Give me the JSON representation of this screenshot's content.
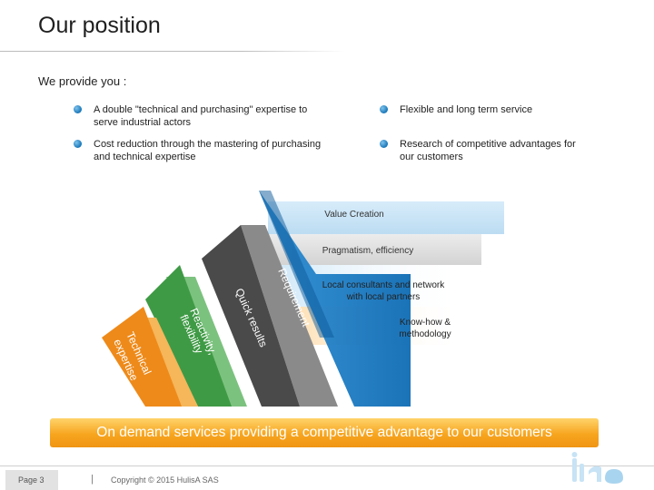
{
  "page": {
    "title": "Our position",
    "intro": "We provide you :"
  },
  "bullets": {
    "left": [
      {
        "line1": "A double \"technical and purchasing\" expertise to",
        "line2": "serve industrial actors"
      },
      {
        "line1": "Cost reduction through the mastering of purchasing",
        "line2": "and technical expertise"
      }
    ],
    "right": [
      {
        "line1": "Flexible and long term service",
        "line2": ""
      },
      {
        "line1": "Research of competitive advantages for",
        "line2": "our customers"
      }
    ]
  },
  "levels": {
    "value_creation": "Value Creation",
    "pragmatism": "Pragmatism, efficiency",
    "local_line1": "Local consultants and network",
    "local_line2": "with local partners",
    "knowhow_line1": "Know-how &",
    "knowhow_line2": "methodology"
  },
  "slopes": {
    "requirement": "Requirement",
    "quick_results": "Quick results",
    "reactivity_line1": "Reactivity,",
    "reactivity_line2": "flexibility",
    "technical_line1": "Technical",
    "technical_line2": "expertise"
  },
  "banner": "On demand services providing a competitive advantage to our customers",
  "footer": {
    "page": "Page 3",
    "separator": "|",
    "copyright": "Copyright © 2015 HulisA SAS"
  },
  "colors": {
    "accent_blue": "#1f7ec4",
    "banner_orange": "#f5a623",
    "bullet_blue": "#1776b8"
  }
}
